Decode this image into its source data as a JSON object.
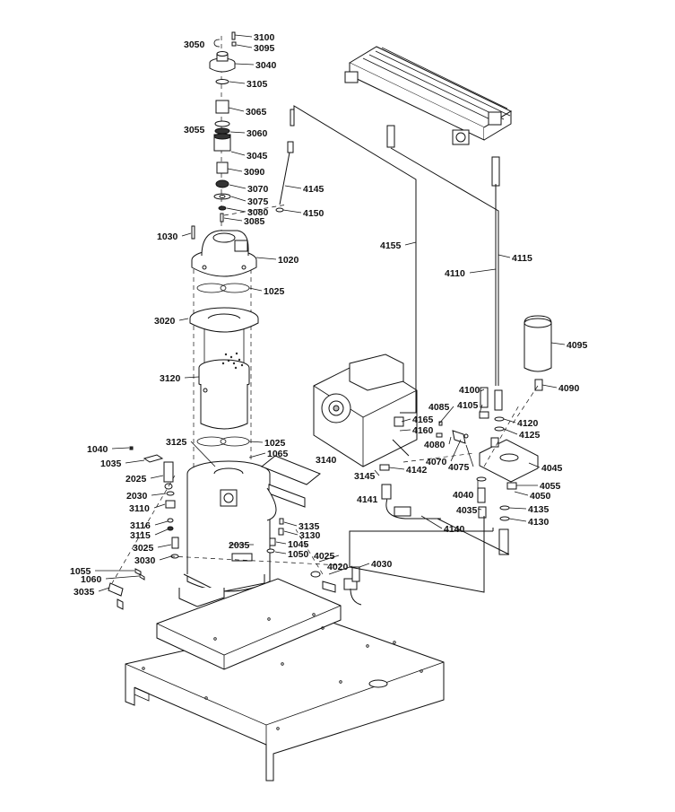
{
  "diagram": {
    "part_labels": [
      {
        "id": "3100",
        "text": "3100"
      },
      {
        "id": "3050",
        "text": "3050"
      },
      {
        "id": "3095",
        "text": "3095"
      },
      {
        "id": "3040",
        "text": "3040"
      },
      {
        "id": "3105",
        "text": "3105"
      },
      {
        "id": "3065",
        "text": "3065"
      },
      {
        "id": "3055",
        "text": "3055"
      },
      {
        "id": "3060",
        "text": "3060"
      },
      {
        "id": "3045",
        "text": "3045"
      },
      {
        "id": "3090",
        "text": "3090"
      },
      {
        "id": "3070",
        "text": "3070"
      },
      {
        "id": "3075",
        "text": "3075"
      },
      {
        "id": "3080",
        "text": "3080"
      },
      {
        "id": "3085",
        "text": "3085"
      },
      {
        "id": "4145",
        "text": "4145"
      },
      {
        "id": "4150",
        "text": "4150"
      },
      {
        "id": "1030",
        "text": "1030"
      },
      {
        "id": "1020",
        "text": "1020"
      },
      {
        "id": "1025a",
        "text": "1025"
      },
      {
        "id": "3020",
        "text": "3020"
      },
      {
        "id": "3120",
        "text": "3120"
      },
      {
        "id": "1025b",
        "text": "1025"
      },
      {
        "id": "3125",
        "text": "3125"
      },
      {
        "id": "1065",
        "text": "1065"
      },
      {
        "id": "1040",
        "text": "1040"
      },
      {
        "id": "1035",
        "text": "1035"
      },
      {
        "id": "2025",
        "text": "2025"
      },
      {
        "id": "2030",
        "text": "2030"
      },
      {
        "id": "3110",
        "text": "3110"
      },
      {
        "id": "3116",
        "text": "3116"
      },
      {
        "id": "3115",
        "text": "3115"
      },
      {
        "id": "3025",
        "text": "3025"
      },
      {
        "id": "3030",
        "text": "3030"
      },
      {
        "id": "1055",
        "text": "1055"
      },
      {
        "id": "1060",
        "text": "1060"
      },
      {
        "id": "3035",
        "text": "3035"
      },
      {
        "id": "2035",
        "text": "2035"
      },
      {
        "id": "3135",
        "text": "3135"
      },
      {
        "id": "3130",
        "text": "3130"
      },
      {
        "id": "1045",
        "text": "1045"
      },
      {
        "id": "1050",
        "text": "1050"
      },
      {
        "id": "4025",
        "text": "4025"
      },
      {
        "id": "4020",
        "text": "4020"
      },
      {
        "id": "4030",
        "text": "4030"
      },
      {
        "id": "4140",
        "text": "4140"
      },
      {
        "id": "4141",
        "text": "4141"
      },
      {
        "id": "4142",
        "text": "4142"
      },
      {
        "id": "3145",
        "text": "3145"
      },
      {
        "id": "3140",
        "text": "3140"
      },
      {
        "id": "4155",
        "text": "4155"
      },
      {
        "id": "4165",
        "text": "4165"
      },
      {
        "id": "4160",
        "text": "4160"
      },
      {
        "id": "4085",
        "text": "4085"
      },
      {
        "id": "4080",
        "text": "4080"
      },
      {
        "id": "4070",
        "text": "4070"
      },
      {
        "id": "4075",
        "text": "4075"
      },
      {
        "id": "4110",
        "text": "4110"
      },
      {
        "id": "4115",
        "text": "4115"
      },
      {
        "id": "4095",
        "text": "4095"
      },
      {
        "id": "4100",
        "text": "4100"
      },
      {
        "id": "4105",
        "text": "4105"
      },
      {
        "id": "4090",
        "text": "4090"
      },
      {
        "id": "4120",
        "text": "4120"
      },
      {
        "id": "4125",
        "text": "4125"
      },
      {
        "id": "4045",
        "text": "4045"
      },
      {
        "id": "4040",
        "text": "4040"
      },
      {
        "id": "4035",
        "text": "4035"
      },
      {
        "id": "4055",
        "text": "4055"
      },
      {
        "id": "4050",
        "text": "4050"
      },
      {
        "id": "4135",
        "text": "4135"
      },
      {
        "id": "4130",
        "text": "4130"
      }
    ]
  }
}
